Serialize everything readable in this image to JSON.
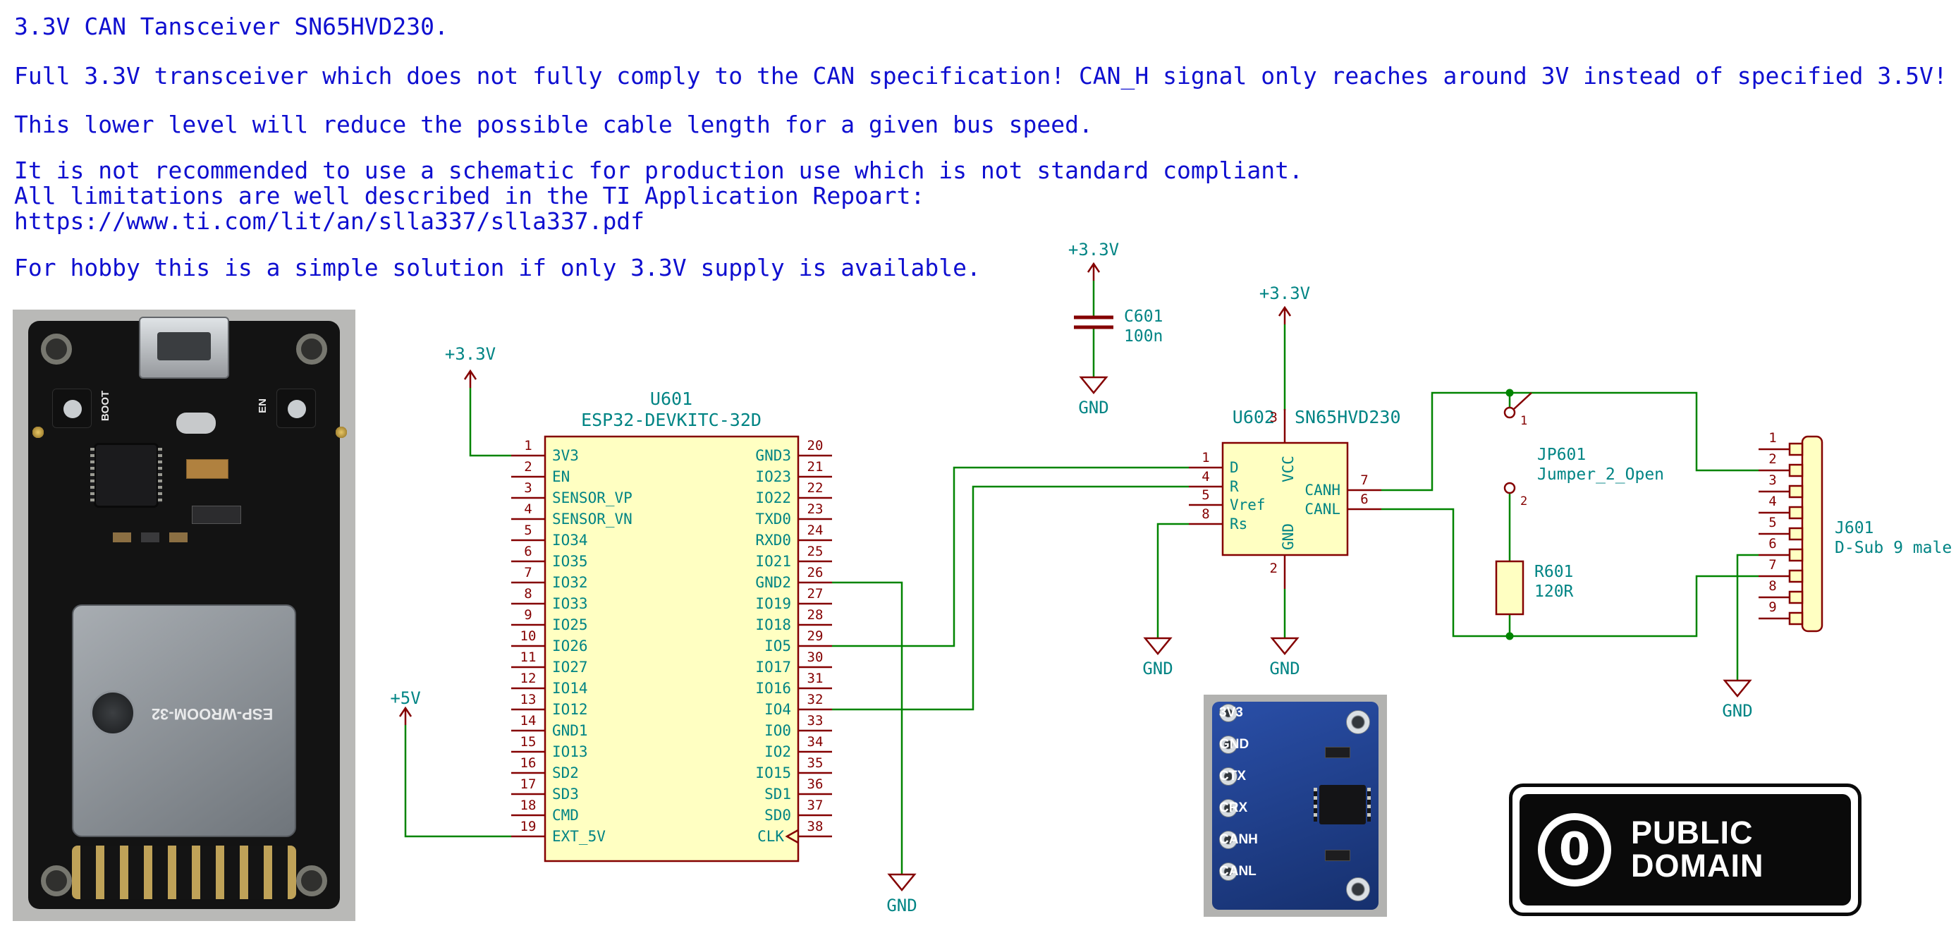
{
  "notes": {
    "line1": "3.3V CAN Tansceiver SN65HVD230.",
    "line2": "Full 3.3V transceiver which does not fully comply to the CAN specification! CAN_H signal only reaches around 3V instead of specified 3.5V!",
    "line3": "This lower level will reduce the possible cable length for a given bus speed.",
    "line4": "It is not recommended to use a schematic for production use which is not standard compliant.",
    "line5": "All limitations are well described in the TI Application Repoart:",
    "line6": "https://www.ti.com/lit/an/slla337/slla337.pdf",
    "line7": "For hobby this is a simple solution if only 3.3V supply is available."
  },
  "power": {
    "p3v3": "+3.3V",
    "p5v": "+5V",
    "gnd": "GND"
  },
  "u601": {
    "ref": "U601",
    "value": "ESP32-DEVKITC-32D",
    "left_pins": [
      {
        "num": "1",
        "name": "3V3"
      },
      {
        "num": "2",
        "name": "EN"
      },
      {
        "num": "3",
        "name": "SENSOR_VP"
      },
      {
        "num": "4",
        "name": "SENSOR_VN"
      },
      {
        "num": "5",
        "name": "IO34"
      },
      {
        "num": "6",
        "name": "IO35"
      },
      {
        "num": "7",
        "name": "IO32"
      },
      {
        "num": "8",
        "name": "IO33"
      },
      {
        "num": "9",
        "name": "IO25"
      },
      {
        "num": "10",
        "name": "IO26"
      },
      {
        "num": "11",
        "name": "IO27"
      },
      {
        "num": "12",
        "name": "IO14"
      },
      {
        "num": "13",
        "name": "IO12"
      },
      {
        "num": "14",
        "name": "GND1"
      },
      {
        "num": "15",
        "name": "IO13"
      },
      {
        "num": "16",
        "name": "SD2"
      },
      {
        "num": "17",
        "name": "SD3"
      },
      {
        "num": "18",
        "name": "CMD"
      },
      {
        "num": "19",
        "name": "EXT_5V"
      }
    ],
    "right_pins": [
      {
        "num": "20",
        "name": "GND3"
      },
      {
        "num": "21",
        "name": "IO23"
      },
      {
        "num": "22",
        "name": "IO22"
      },
      {
        "num": "23",
        "name": "TXD0"
      },
      {
        "num": "24",
        "name": "RXD0"
      },
      {
        "num": "25",
        "name": "IO21"
      },
      {
        "num": "26",
        "name": "GND2"
      },
      {
        "num": "27",
        "name": "IO19"
      },
      {
        "num": "28",
        "name": "IO18"
      },
      {
        "num": "29",
        "name": "IO5"
      },
      {
        "num": "30",
        "name": "IO17"
      },
      {
        "num": "31",
        "name": "IO16"
      },
      {
        "num": "32",
        "name": "IO4"
      },
      {
        "num": "33",
        "name": "IO0"
      },
      {
        "num": "34",
        "name": "IO2"
      },
      {
        "num": "35",
        "name": "IO15"
      },
      {
        "num": "36",
        "name": "SD1"
      },
      {
        "num": "37",
        "name": "SD0"
      },
      {
        "num": "38",
        "name": "CLK",
        "clock": true
      }
    ]
  },
  "u602": {
    "ref": "U602",
    "value": "SN65HVD230",
    "left_pins": [
      {
        "num": "1",
        "name": "D"
      },
      {
        "num": "4",
        "name": "R"
      },
      {
        "num": "5",
        "name": "Vref"
      },
      {
        "num": "8",
        "name": "Rs"
      }
    ],
    "right_pins": [
      {
        "num": "7",
        "name": "CANH"
      },
      {
        "num": "6",
        "name": "CANL"
      }
    ],
    "top_pin": {
      "num": "3",
      "name": "VCC"
    },
    "bottom_pin": {
      "num": "2",
      "name": "GND"
    }
  },
  "c601": {
    "ref": "C601",
    "value": "100n"
  },
  "r601": {
    "ref": "R601",
    "value": "120R"
  },
  "jp601": {
    "ref": "JP601",
    "value": "Jumper_2_Open",
    "pin_top": "1",
    "pin_bottom": "2"
  },
  "j601": {
    "ref": "J601",
    "value": "D-Sub 9 male",
    "pins": [
      "1",
      "2",
      "3",
      "4",
      "5",
      "6",
      "7",
      "8",
      "9"
    ]
  },
  "esp32_photo": {
    "boot_label": "BOOT",
    "en_label": "EN",
    "module_name": "ESP-WROOM-32"
  },
  "breakout_photo": {
    "pin_labels": [
      "3V3",
      "GND",
      "CTX",
      "CRX",
      "CANH",
      "CANL"
    ]
  },
  "pd_badge": {
    "zero": "0",
    "line1": "PUBLIC",
    "line2": "DOMAIN"
  },
  "colors": {
    "note_text": "#0f0fd0",
    "wire": "#008400",
    "component_outline": "#840000",
    "component_fill": "#ffffc2",
    "label_text": "#008484"
  }
}
